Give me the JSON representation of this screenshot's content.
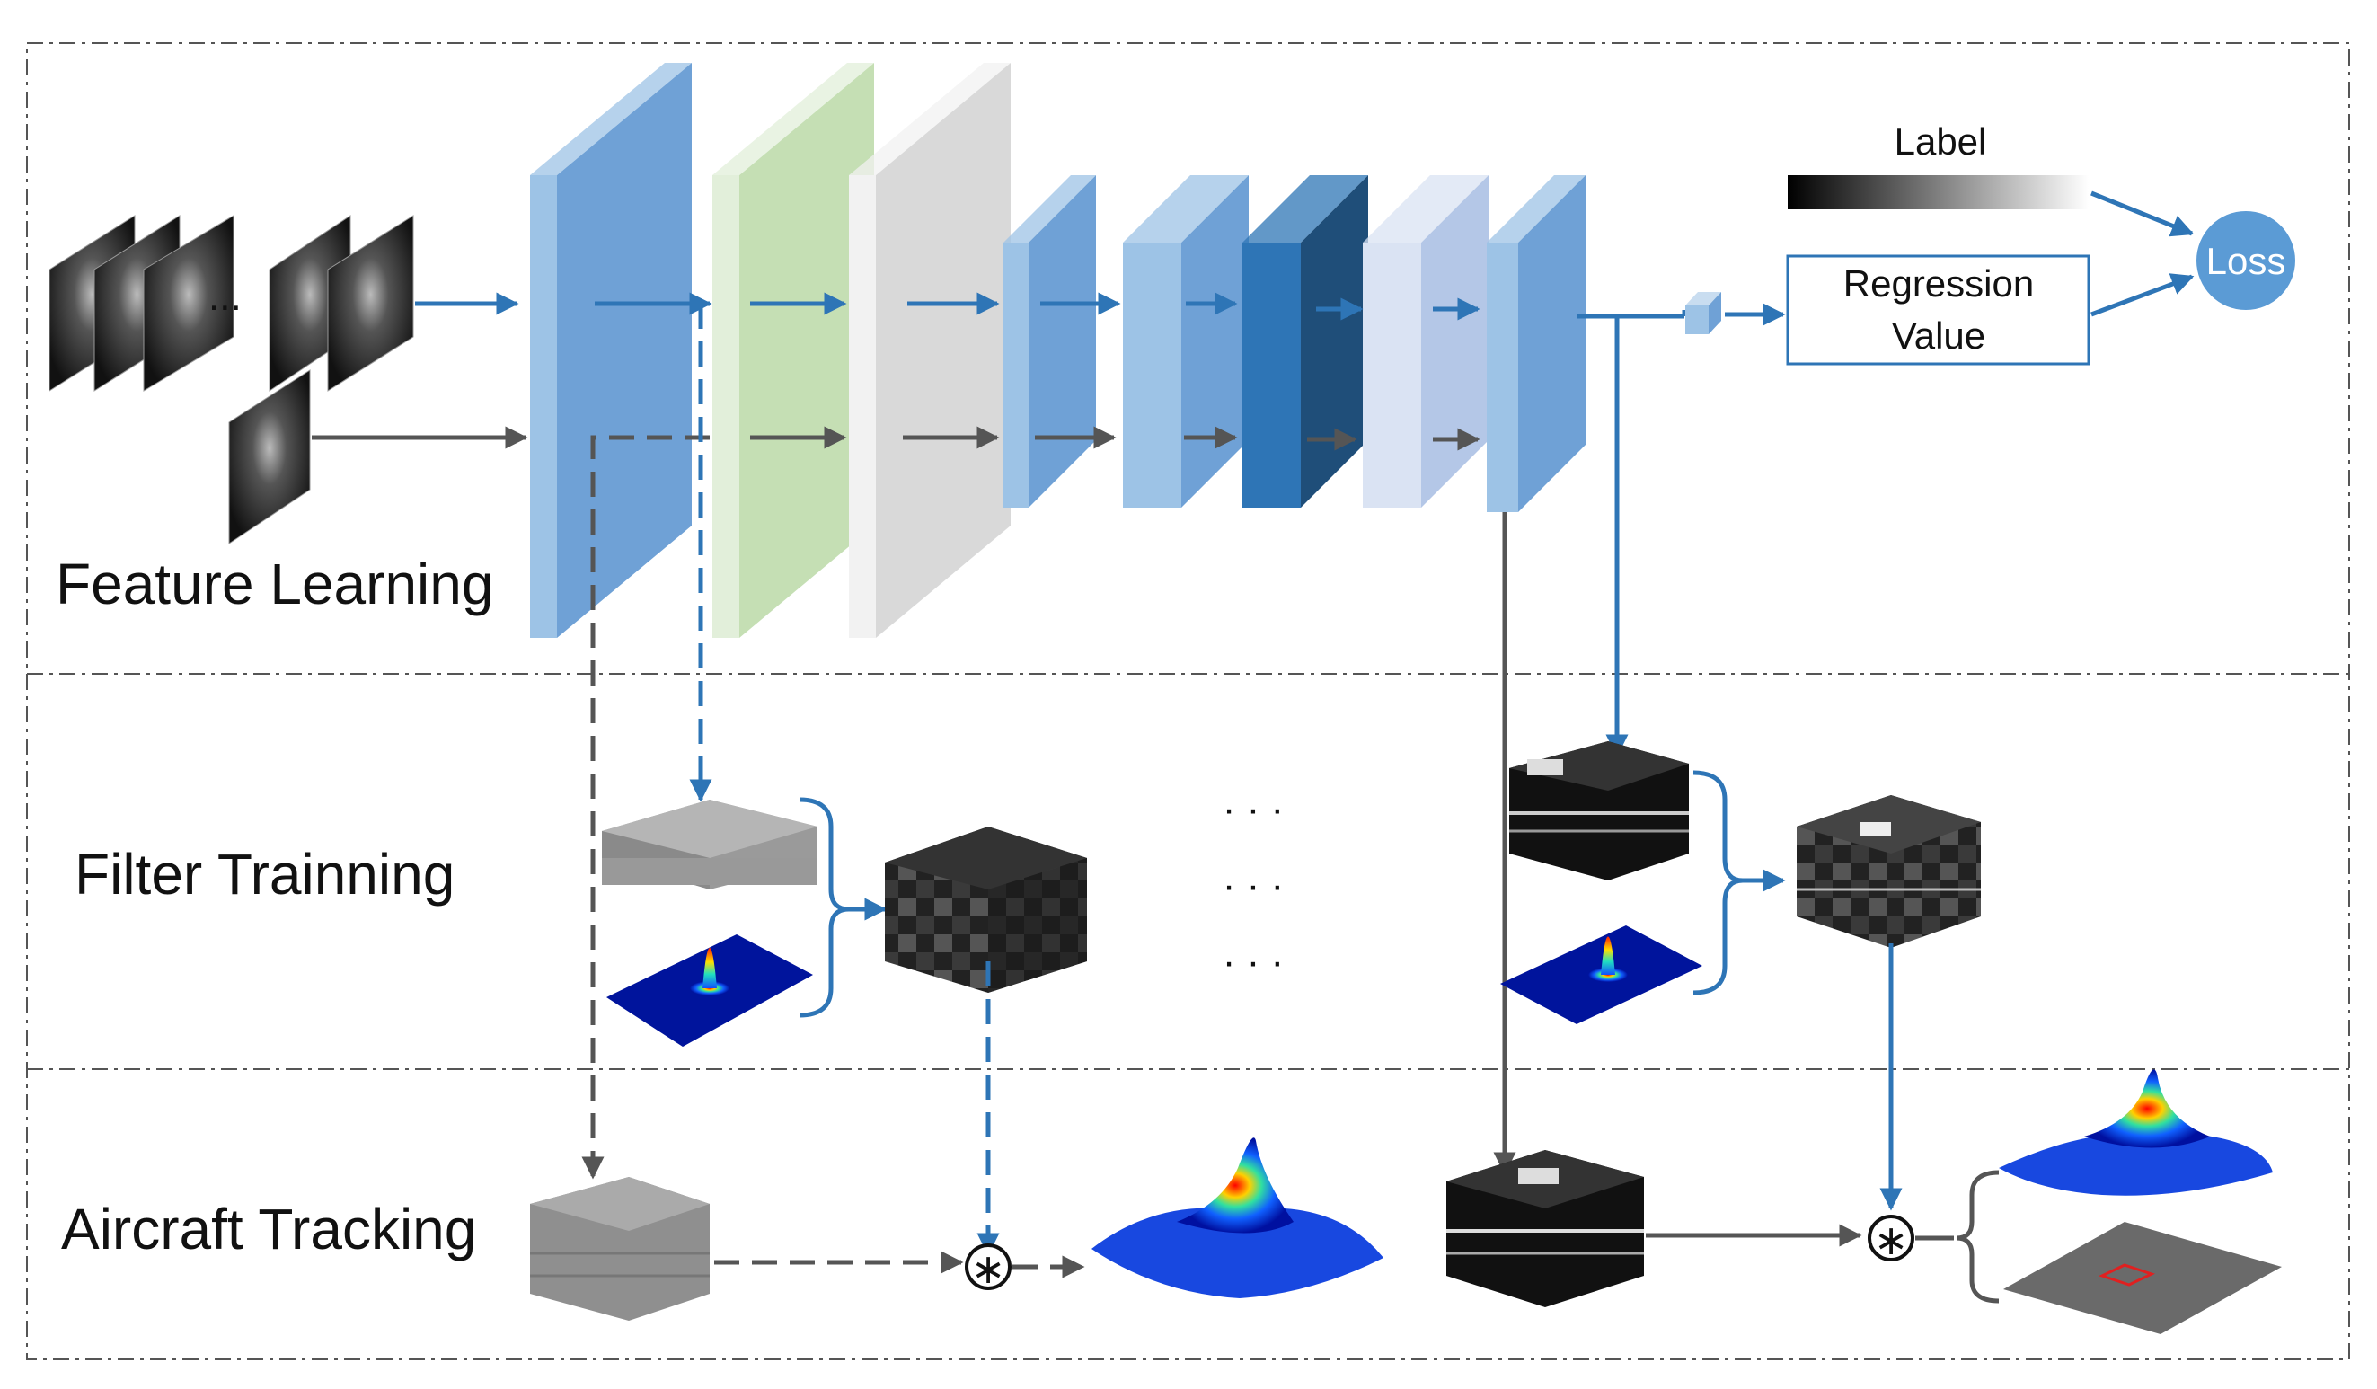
{
  "sections": {
    "feature_learning": "Feature Learning",
    "filter_training": "Filter Trainning",
    "aircraft_tracking": "Aircraft Tracking"
  },
  "legend": {
    "label": "Label",
    "regression_line1": "Regression",
    "regression_line2": "Value",
    "loss": "Loss"
  },
  "sequence_ellipsis": "...",
  "mid_ellipsis": [
    "· · ·",
    "· · ·",
    "· · ·"
  ],
  "operator_symbol": "∗",
  "colors": {
    "flow_blue": "#2e75b6",
    "flow_gray": "#555555",
    "layer_blue_front": "#9dc3e6",
    "layer_blue_side": "#6fa1d6",
    "layer_green_front": "#e2efda",
    "layer_green_side": "#c5dfb4",
    "layer_gray_front": "#f2f2f2",
    "layer_gray_side": "#d9d9d9",
    "layer_dark_front": "#2e75b6",
    "layer_dark_side": "#1f4e79",
    "layer_pale_front": "#dae3f3",
    "layer_pale_side": "#b4c7e7",
    "loss_fill": "#5b9bd5"
  }
}
